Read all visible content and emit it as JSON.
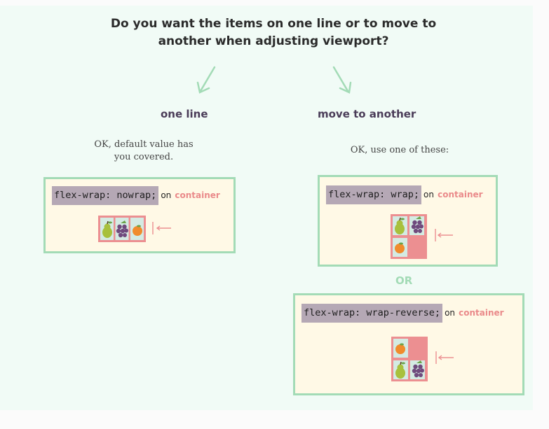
{
  "question": {
    "line1": "Do you want the items on one line or to move to",
    "line2": "another when adjusting viewport?"
  },
  "options": [
    {
      "label": "one line",
      "note_line1": "OK, default value has",
      "note_line2": "you covered.",
      "examples": [
        {
          "code": "flex-wrap: nowrap;",
          "on": "on",
          "target": "container"
        }
      ]
    },
    {
      "label": "move to another",
      "note_line1": "OK, use one of these:",
      "examples": [
        {
          "code": "flex-wrap: wrap;",
          "on": "on",
          "target": "container"
        },
        {
          "code": "flex-wrap: wrap-reverse;",
          "on": "on",
          "target": "container"
        }
      ]
    }
  ],
  "or_label": "OR",
  "colors": {
    "background": "#f1fbf6",
    "box_fill": "#fff9e6",
    "box_border": "#a3dbb6",
    "arrow": "#a3dbb6",
    "code_bg": "#b5a8b5",
    "container_text": "#ea8a8a",
    "container_fill": "#ec8f91",
    "item_fill": "#d4ebe3"
  },
  "icons": [
    "pear-icon",
    "grapes-icon",
    "orange-icon",
    "arrow-left-icon",
    "arrow-down-icon"
  ]
}
